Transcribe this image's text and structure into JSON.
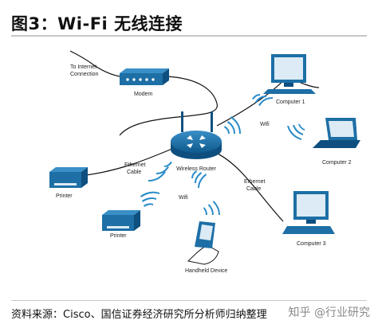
{
  "title": {
    "prefix": "图3：",
    "latin": "Wi-Fi",
    "cn": "无线连接"
  },
  "labels": {
    "internet_line1": "To Internet",
    "internet_line2": "Connection",
    "modem": "Modem",
    "router": "Wireless Router",
    "computer1": "Computer 1",
    "computer2": "Computer 2",
    "computer3": "Computer 3",
    "printer_top": "Printer",
    "printer_bottom": "Printer",
    "handheld": "Handheld Device",
    "eth_left_line1": "Ethernet",
    "eth_left_line2": "Cable",
    "eth_right_line1": "Ethernet",
    "eth_right_line2": "Cable",
    "wifi_right": "Wifi",
    "wifi_left": "Wifi"
  },
  "footer": {
    "source": "资料来源：Cisco、国信证券经济研究所分析师归纳整理",
    "watermark": "知乎 @行业研究"
  },
  "colors": {
    "device_blue": "#1d6fa5",
    "device_dark": "#0e4f7f",
    "screen": "#dcebf5"
  }
}
